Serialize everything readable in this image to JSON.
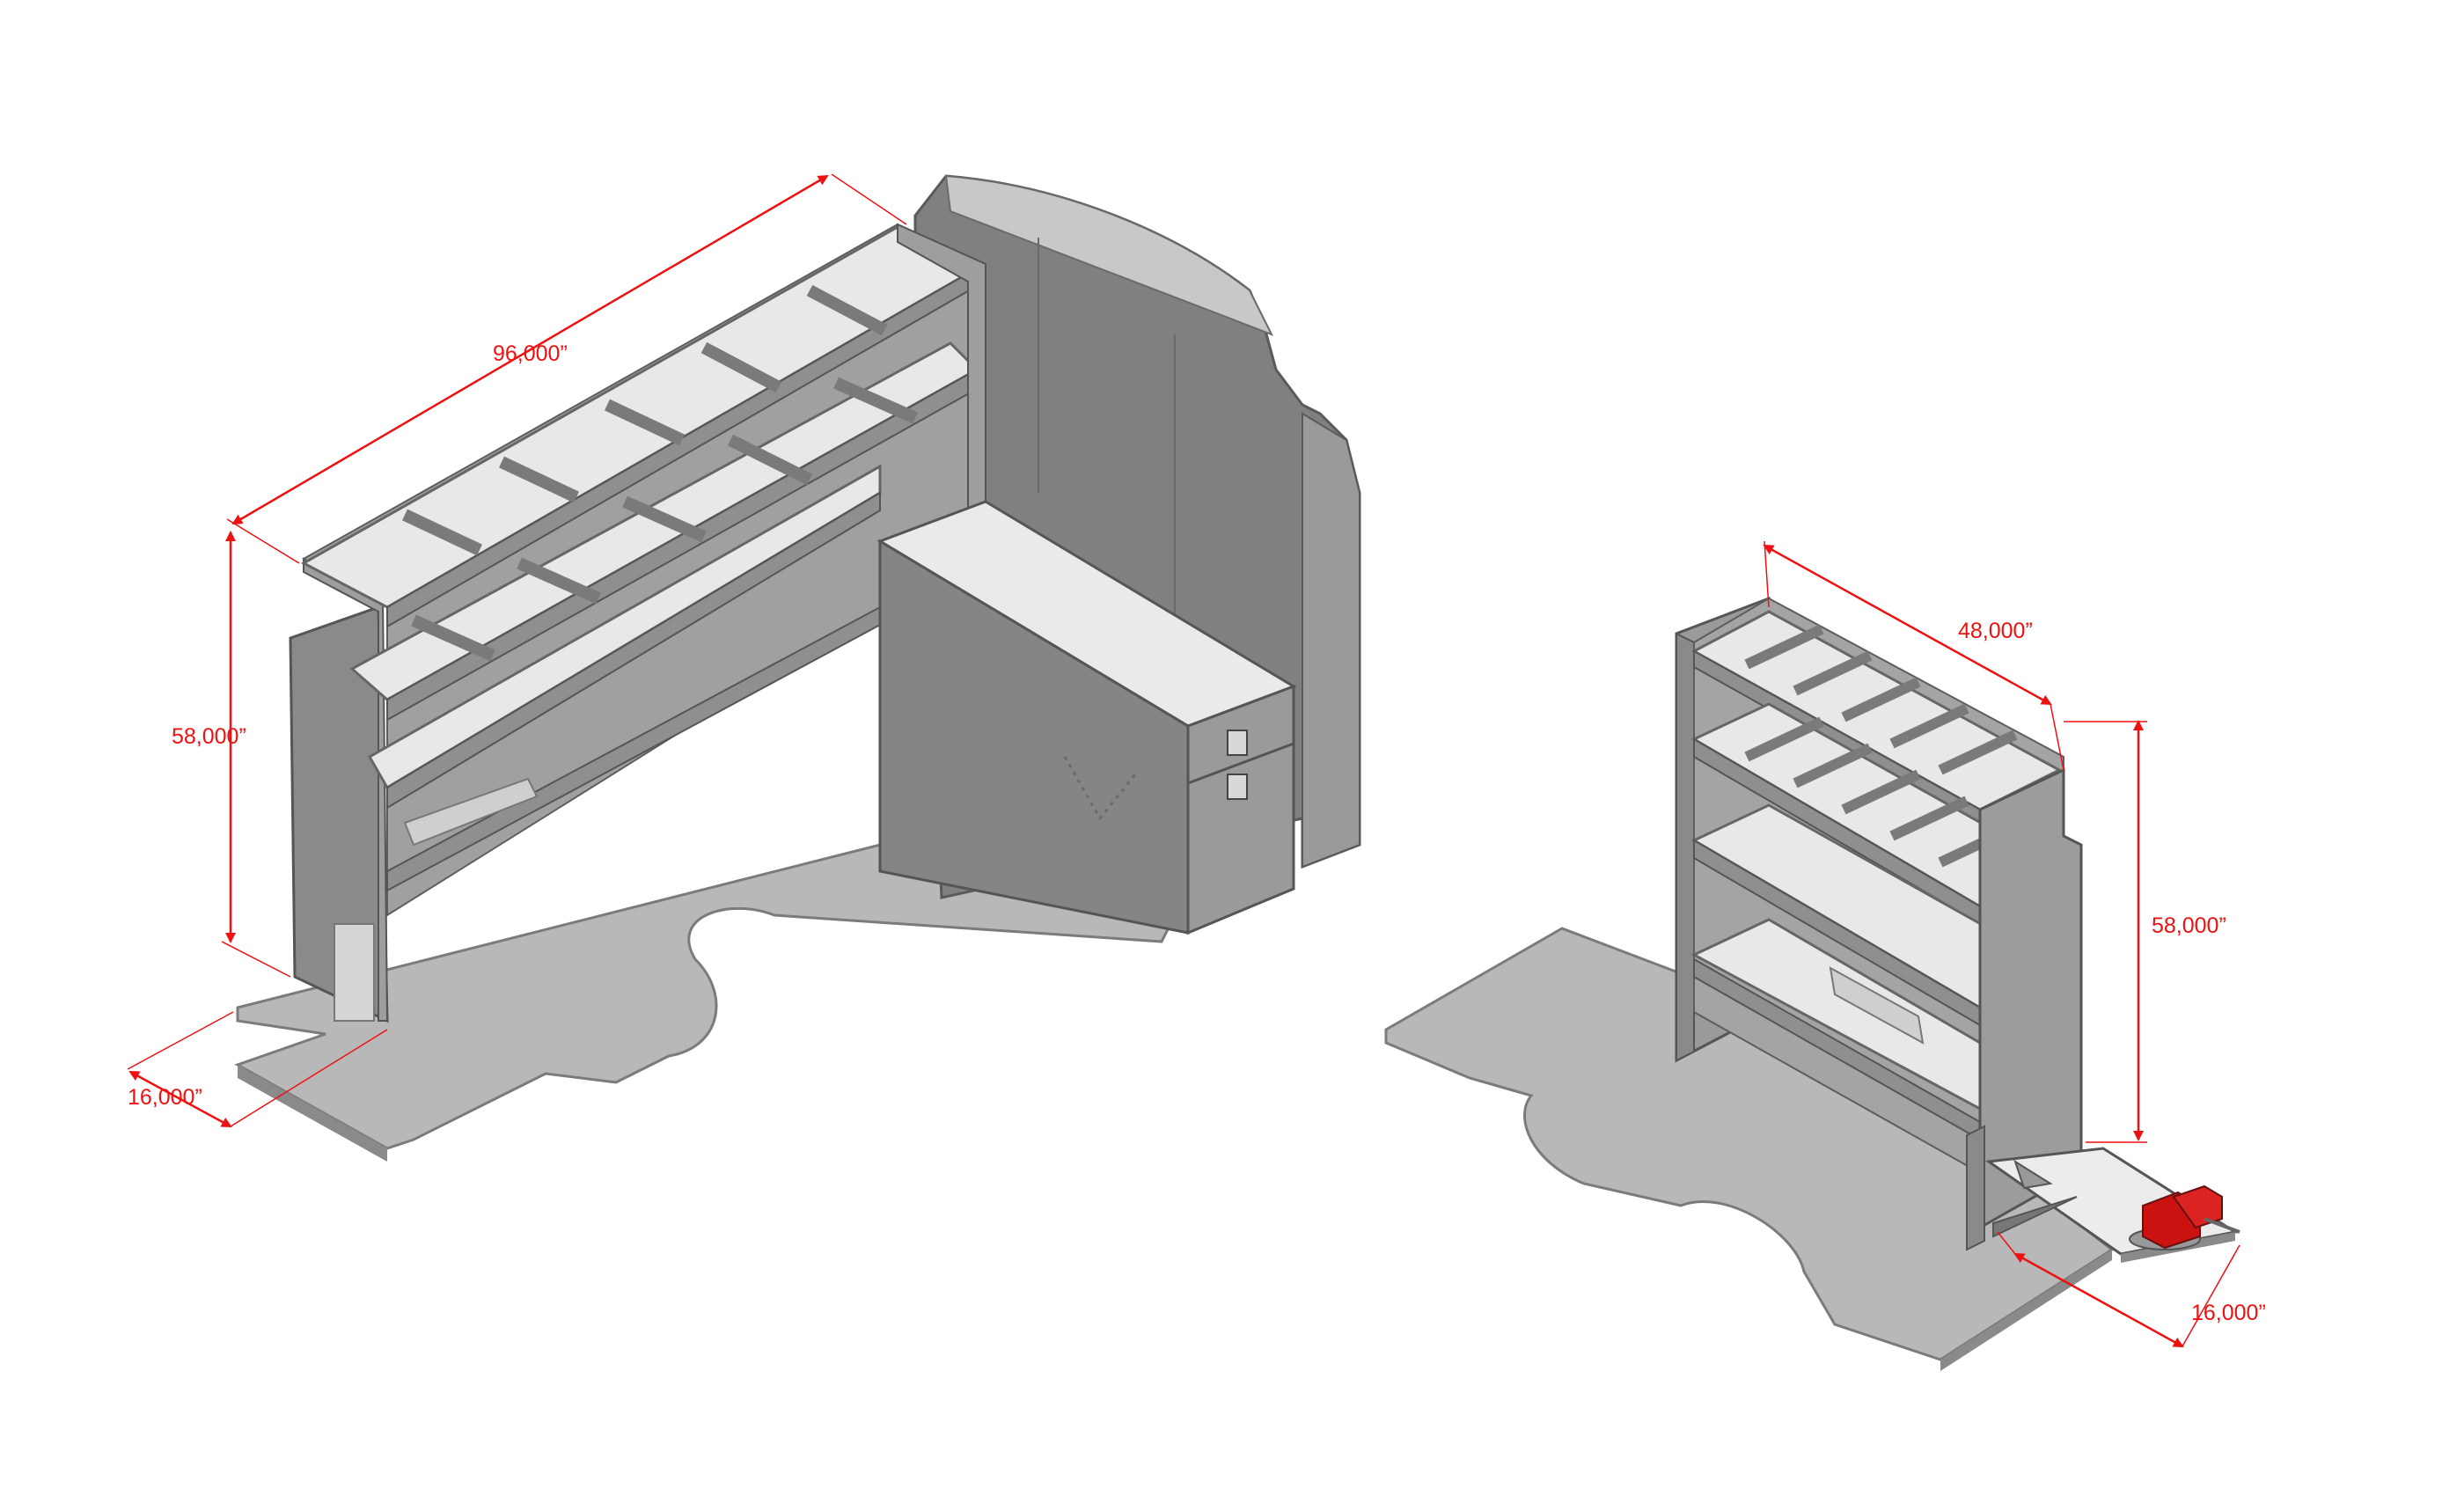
{
  "colors": {
    "background": "#ffffff",
    "floor": "#b5b5b5",
    "floor_edge": "#7b7b7b",
    "frame": "#8c8c8c",
    "frame_dark": "#666666",
    "shelf": "#e9e9e9",
    "wall": "#7f7f7f",
    "dimension": "#ee1111",
    "vise": "#cc1111"
  },
  "left_unit": {
    "width_label": "96,000”",
    "height_label": "58,000”",
    "depth_label": "16,000”"
  },
  "right_unit": {
    "width_label": "48,000”",
    "height_label": "58,000”",
    "depth_label": "16,000”"
  }
}
